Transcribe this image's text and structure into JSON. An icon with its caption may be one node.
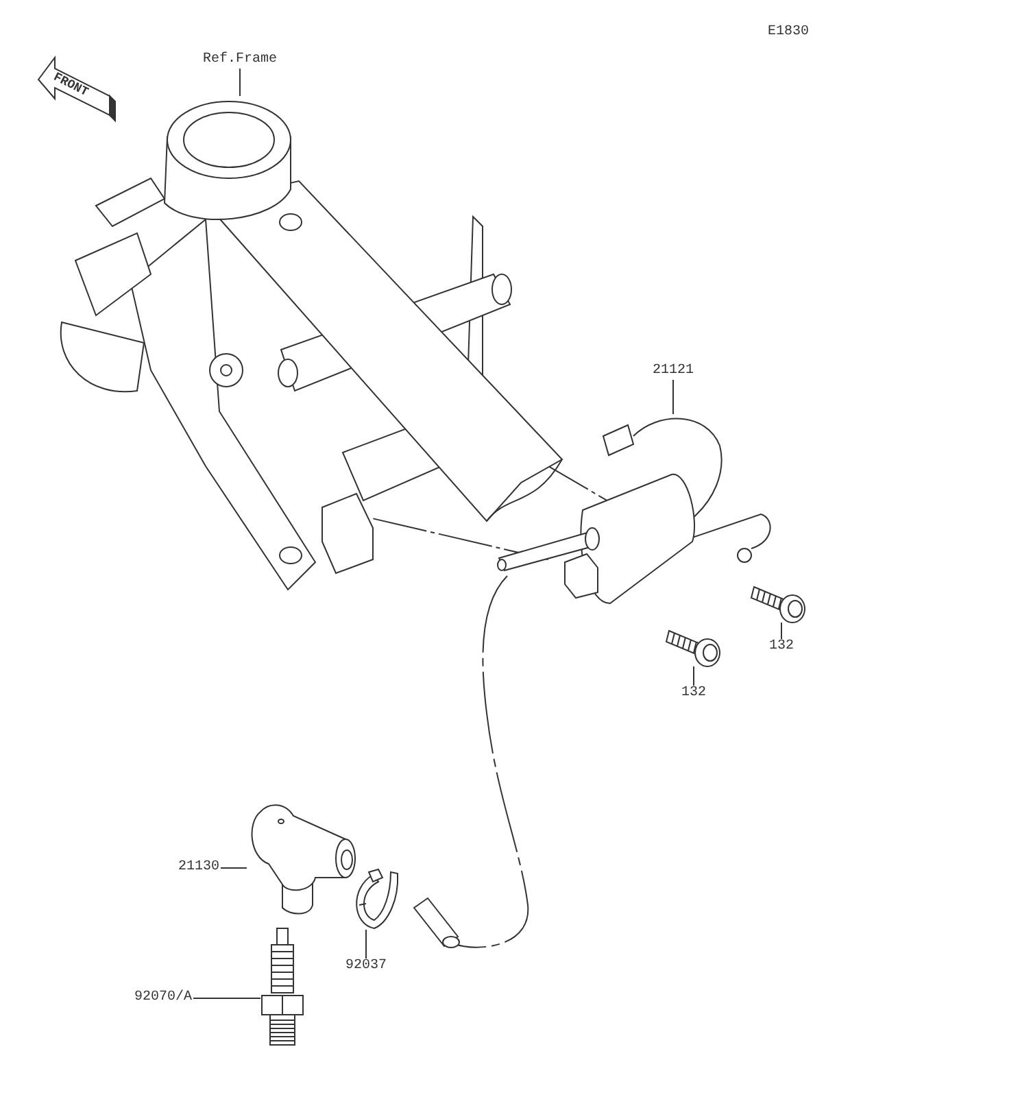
{
  "diagram": {
    "nodes": [
      {
        "text": [
          "Ref.Frame"
        ]
      },
      {
        "text": [],
        "shape": "picture"
      },
      {
        "text": [
          "21121"
        ]
      },
      {
        "text": [],
        "shape": "picture"
      },
      {
        "text": [
          "132"
        ]
      },
      {
        "text": [],
        "shape": "picture"
      },
      {
        "text": [
          "132"
        ]
      },
      {
        "text": [],
        "shape": "picture"
      },
      {
        "text": [
          "21130"
        ]
      },
      {
        "text": [],
        "shape": "picture"
      },
      {
        "text": [
          "92037"
        ]
      },
      {
        "text": [],
        "shape": "picture"
      },
      {
        "text": [
          "92070/A"
        ]
      },
      {
        "text": [],
        "shape": "picture"
      }
    ],
    "edges": [
      {
        "from": 0,
        "to": 1,
        "arrow": "none"
      },
      {
        "from": 2,
        "to": 3,
        "arrow": "none"
      },
      {
        "from": 4,
        "to": 5,
        "arrow": "none"
      },
      {
        "from": 6,
        "to": 7,
        "arrow": "none"
      },
      {
        "from": 8,
        "to": 9,
        "arrow": "none"
      },
      {
        "from": 10,
        "to": 11,
        "arrow": "none"
      },
      {
        "from": 12,
        "to": 13,
        "arrow": "none"
      },
      {
        "from": 1,
        "to": 3,
        "arrow": "none",
        "style": "dashed"
      },
      {
        "from": 1,
        "to": 3,
        "arrow": "none",
        "style": "dashed"
      }
    ],
    "labels": [
      "E1830",
      "FRONT"
    ]
  }
}
